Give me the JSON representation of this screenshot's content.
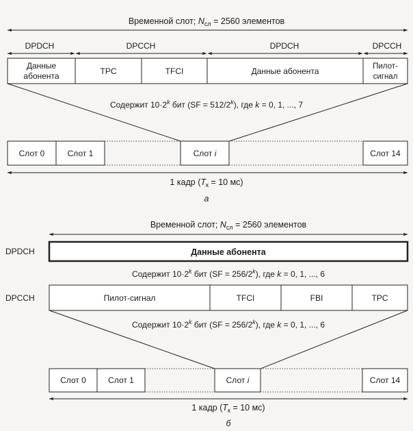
{
  "part_a": {
    "slot_label": {
      "pre": "Временной слот; ",
      "var": "N",
      "sub": "сл",
      "post": " = 2560 элементов"
    },
    "channels": [
      "DPDCH",
      "DPCCH",
      "DPDCH",
      "DPCCH"
    ],
    "fields": {
      "data1_line1": "Данные",
      "data1_line2": "абонента",
      "tpc": "TPC",
      "tfci": "TFCI",
      "data2": "Данные абонента",
      "pilot_line1": "Пилот-",
      "pilot_line2": "сигнал"
    },
    "contains": {
      "pre": "Содержит 10·2",
      "exp1": "k",
      "mid": " бит (SF = 512/2",
      "exp2": "k",
      "post1": "), где ",
      "var": "k",
      "post2": " = 0, 1, ..., 7"
    },
    "slots": {
      "s0": "Слот 0",
      "s1": "Слот 1",
      "si": "Слот ",
      "si_var": "i",
      "s14": "Слот 14"
    },
    "frame": {
      "pre": "1 кадр (",
      "var": "T",
      "sub": "к",
      "post": " = 10 мс)"
    },
    "caption": "а"
  },
  "part_b": {
    "slot_label": {
      "pre": "Временной слот; ",
      "var": "N",
      "sub": "сл",
      "post": " = 2560 элементов"
    },
    "dpdch_label": "DPDCH",
    "dpdch_field": "Данные абонента",
    "contains1": {
      "pre": "Содержит 10·2",
      "exp1": "k",
      "mid": " бит (SF = 256/2",
      "exp2": "k",
      "post1": "), где ",
      "var": "k",
      "post2": " = 0, 1, ..., 6"
    },
    "dpcch_label": "DPCCH",
    "fields": {
      "pilot": "Пилот-сигнал",
      "tfci": "TFCI",
      "fbi": "FBI",
      "tpc": "TPC"
    },
    "contains2": {
      "pre": "Содержит 10·2",
      "exp1": "k",
      "mid": " бит (SF = 256/2",
      "exp2": "k",
      "post1": "), где ",
      "var": "k",
      "post2": " = 0, 1, ..., 6"
    },
    "slots": {
      "s0": "Слот 0",
      "s1": "Слот 1",
      "si": "Слот ",
      "si_var": "i",
      "s14": "Слот 14"
    },
    "frame": {
      "pre": "1 кадр (",
      "var": "T",
      "sub": "к",
      "post": " = 10 мс)"
    },
    "caption": "б"
  }
}
